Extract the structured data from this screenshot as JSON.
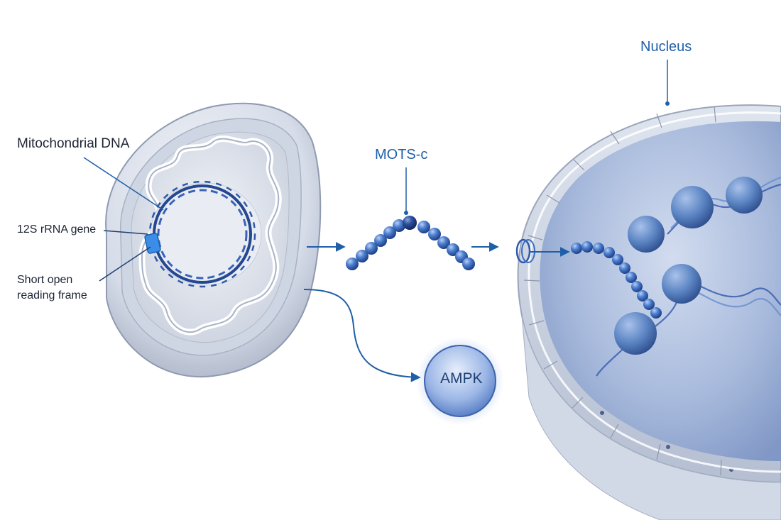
{
  "labels": {
    "mitochondrial_dna": "Mitochondrial DNA",
    "rrna_gene": "12S rRNA gene",
    "sorf_line1": "Short open",
    "sorf_line2": "reading frame",
    "mots_c": "MOTS-c",
    "nucleus": "Nucleus",
    "ampk": "AMPK"
  },
  "colors": {
    "membrane": "#dde3ee",
    "membrane_shadow": "#9aa5ba",
    "dna": "#24478f",
    "peptide": "#3f6fc4",
    "arrow": "#1f5fa8",
    "nucleus_interior": "#b7c6e3",
    "chromatin": "#5d86c4",
    "sorf_highlight": "#3a8ee8"
  },
  "icons": {
    "mitochondrion": "mitochondrion-illustration",
    "peptide": "peptide-chain",
    "nucleus": "nucleus-illustration",
    "ampk": "ampk-sphere"
  }
}
